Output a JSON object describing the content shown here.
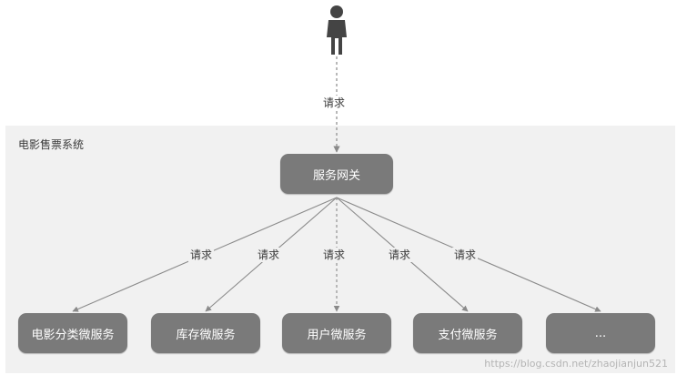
{
  "system_label": "电影售票系统",
  "user": {
    "icon": "person-icon"
  },
  "gateway": {
    "label": "服务网关"
  },
  "request_label": "请求",
  "services": [
    {
      "label": "电影分类微服务"
    },
    {
      "label": "库存微服务"
    },
    {
      "label": "用户微服务"
    },
    {
      "label": "支付微服务"
    },
    {
      "label": "..."
    }
  ],
  "colors": {
    "node_fill": "#7a7a7a",
    "node_text": "#ffffff",
    "edge": "#8a8a8a",
    "area": "#f1f1f1"
  },
  "watermark": "https://blog.csdn.net/zhaojianjun521"
}
